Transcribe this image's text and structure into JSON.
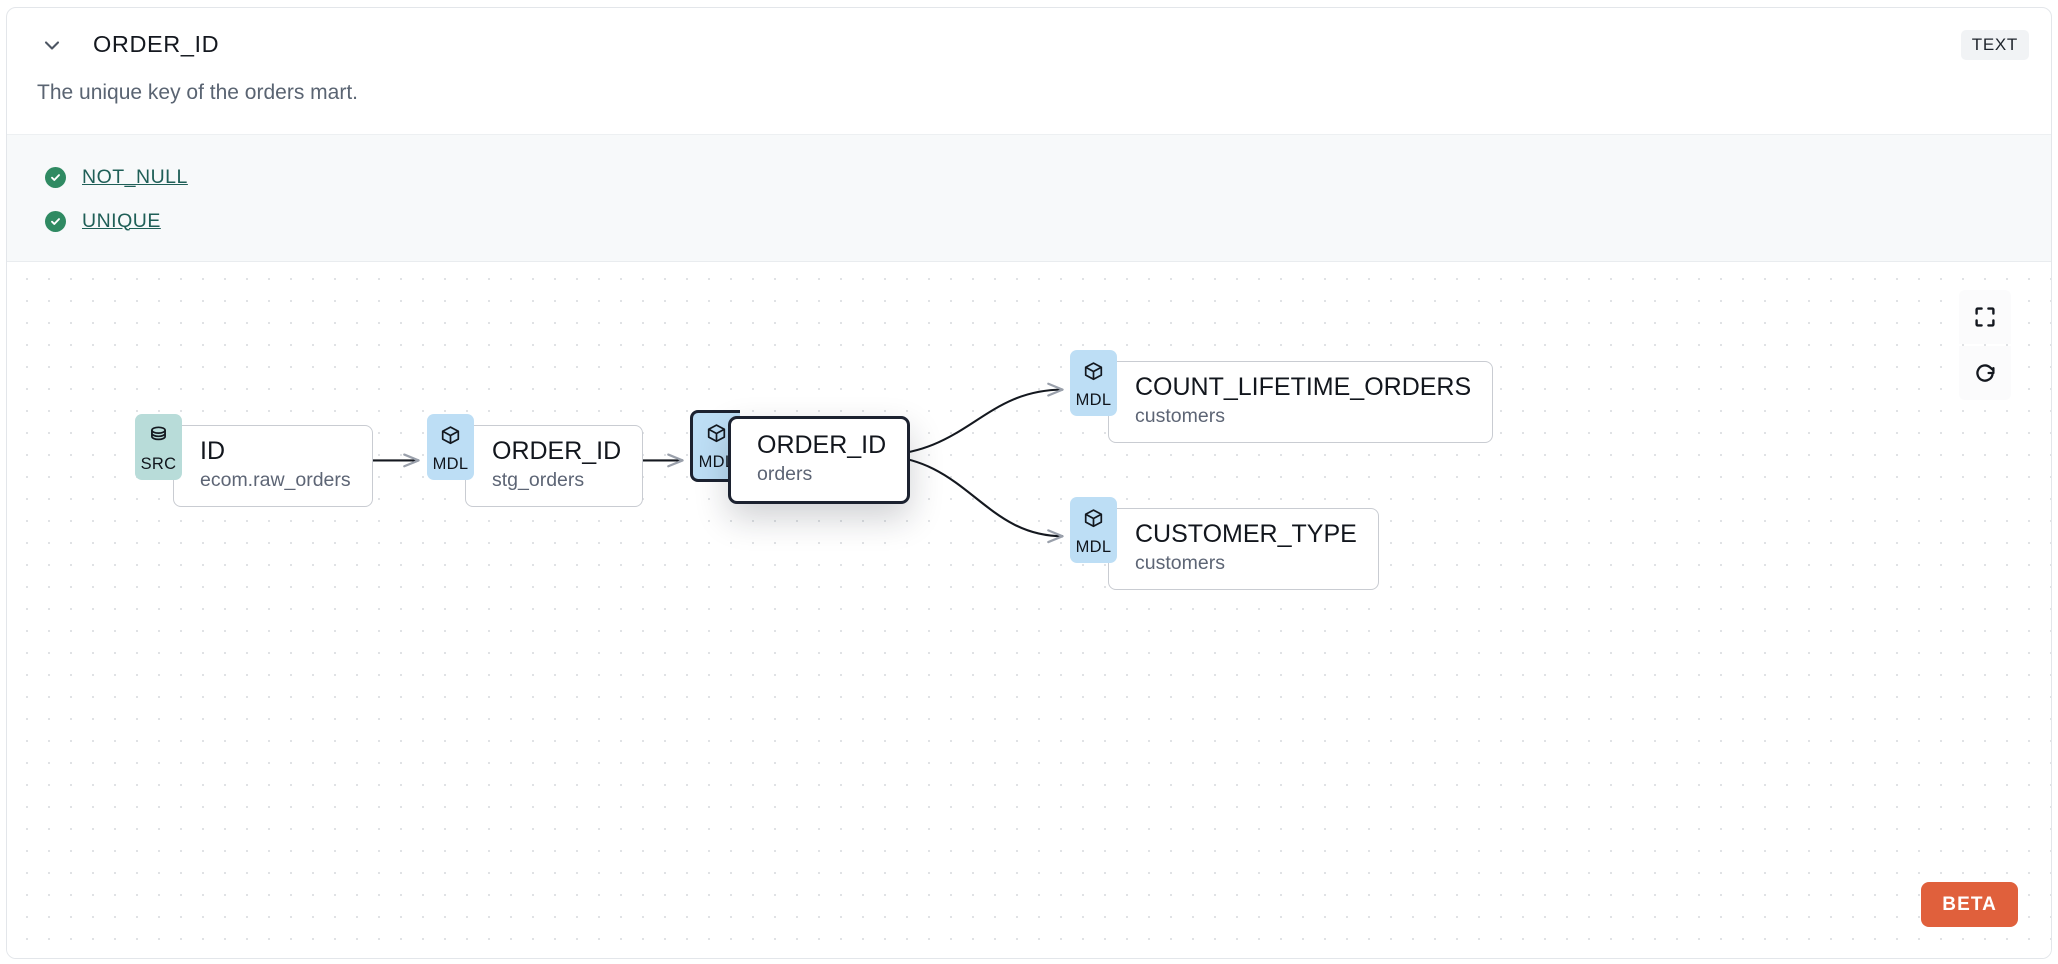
{
  "header": {
    "title": "ORDER_ID",
    "collapse_icon": "chevron-down-icon",
    "type_badge": "TEXT"
  },
  "description": "The unique key of the orders mart.",
  "tests": [
    {
      "label": "NOT_NULL",
      "status": "pass",
      "status_icon": "check-circle-icon"
    },
    {
      "label": "UNIQUE",
      "status": "pass",
      "status_icon": "check-circle-icon"
    }
  ],
  "lineage": {
    "nodes": [
      {
        "id": "src-id",
        "kind": "SRC",
        "kind_icon": "database-icon",
        "name": "ID",
        "parent": "ecom.raw_orders",
        "selected": false
      },
      {
        "id": "mdl-stg",
        "kind": "MDL",
        "kind_icon": "cube-icon",
        "name": "ORDER_ID",
        "parent": "stg_orders",
        "selected": false
      },
      {
        "id": "mdl-orders",
        "kind": "MDL",
        "kind_icon": "cube-icon",
        "name": "ORDER_ID",
        "parent": "orders",
        "selected": true
      },
      {
        "id": "mdl-count",
        "kind": "MDL",
        "kind_icon": "cube-icon",
        "name": "COUNT_LIFETIME_ORDERS",
        "parent": "customers",
        "selected": false
      },
      {
        "id": "mdl-custtype",
        "kind": "MDL",
        "kind_icon": "cube-icon",
        "name": "CUSTOMER_TYPE",
        "parent": "customers",
        "selected": false
      }
    ],
    "edges": [
      {
        "from": "src-id",
        "to": "mdl-stg"
      },
      {
        "from": "mdl-stg",
        "to": "mdl-orders"
      },
      {
        "from": "mdl-orders",
        "to": "mdl-count"
      },
      {
        "from": "mdl-orders",
        "to": "mdl-custtype"
      }
    ]
  },
  "controls": [
    {
      "id": "fit-view",
      "icon": "fullscreen-icon"
    },
    {
      "id": "reset-view",
      "icon": "refresh-icon"
    }
  ],
  "beta_badge": "BETA",
  "colors": {
    "src_badge": "#b8dcd9",
    "mdl_badge": "#bddef5",
    "test_pass": "#2f8a62",
    "test_link": "#1f5f57",
    "beta": "#e0603c",
    "selected_border": "#1c2230"
  }
}
